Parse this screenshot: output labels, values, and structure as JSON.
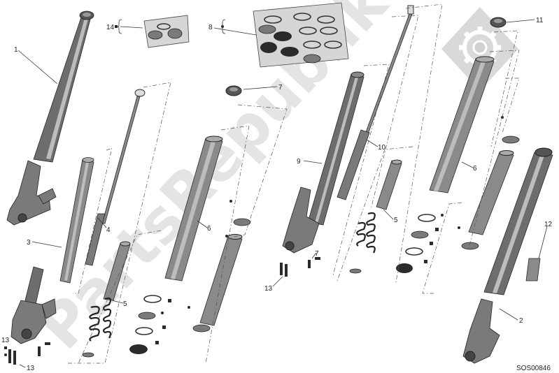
{
  "watermark": "PartsRepublik",
  "drawing_code": "SOS00846",
  "callouts": {
    "c1": "1",
    "c2": "2",
    "c3": "3",
    "c4": "4",
    "c5a": "5",
    "c5b": "5",
    "c6a": "6",
    "c6b": "6",
    "c7a": "7",
    "c7b": "7",
    "c8": "8",
    "c9": "9",
    "c10": "10",
    "c11": "11",
    "c12": "12",
    "c13a": "13",
    "c13b": "13",
    "c13c": "13",
    "c14": "14"
  },
  "icons": {
    "logo": "gear-icon"
  },
  "colors": {
    "parts": "#6d6d6d",
    "watermark": "#cfcfcf",
    "background": "#ffffff"
  }
}
